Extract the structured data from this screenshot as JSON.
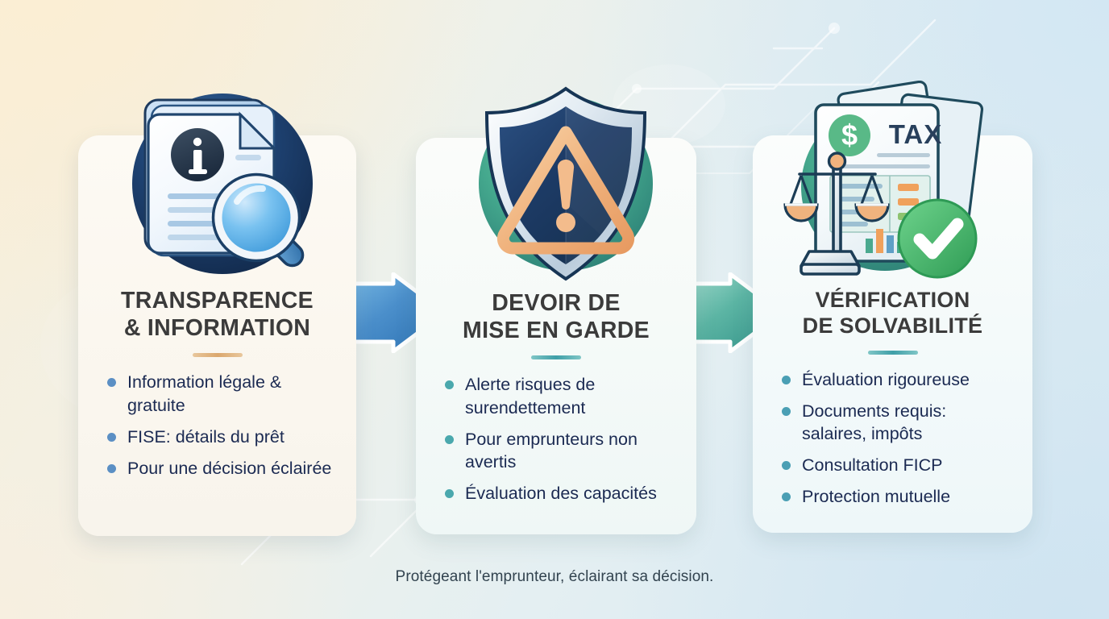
{
  "background": {
    "warm_tone": "#fbeed4",
    "cool_tone": "#d3e7f3"
  },
  "cards": [
    {
      "id": "transparence-information",
      "title_line_1": "TRANSPARENCE",
      "title_line_2": "& INFORMATION",
      "accent_color": "#dba76d",
      "bullet_color": "#5b8fc4",
      "border_top_color": "#dcb179",
      "border_bottom_color": "#2d5e96",
      "icon": {
        "name": "document-magnifier-icon",
        "description": "document with information symbol and magnifying glass",
        "circle_color": "#19345e",
        "badge_text": "i"
      },
      "bullets": [
        "Information légale & gratuite",
        "FISE: détails du prêt",
        "Pour une décision éclairée"
      ]
    },
    {
      "id": "devoir-de-mise-en-garde",
      "title_line_1": "DEVOIR DE",
      "title_line_2": "MISE EN GARDE",
      "accent_color": "#3f9fa8",
      "bullet_color": "#4aa8ad",
      "border_top_color": "#6cbfa6",
      "border_bottom_color": "#3e93a8",
      "icon": {
        "name": "shield-warning-icon",
        "description": "navy shield with orange warning triangle",
        "circle_color": "#4fae8f",
        "shield_color": "#1d3b66",
        "warning_color": "#f0b37e"
      },
      "bullets": [
        "Alerte risques de surendettement",
        "Pour emprunteurs non avertis",
        "Évaluation des capacités"
      ]
    },
    {
      "id": "verification-de-solvabilite",
      "title_line_1": "VÉRIFICATION",
      "title_line_2": "DE SOLVABILITÉ",
      "accent_color": "#3f9fa8",
      "bullet_color": "#4a9fb4",
      "border_top_color": "#79c69f",
      "border_bottom_color": "#3f97a9",
      "icon": {
        "name": "tax-documents-scales-check-icon",
        "description": "tax documents with dollar symbols, scales of justice and green check badge",
        "circle_color": "#4fae8f",
        "document_label": "TAX",
        "currency_symbol": "$",
        "check_color": "#4cb96f"
      },
      "bullets": [
        "Évaluation rigoureuse",
        "Documents requis: salaires, impôts",
        "Consultation FICP",
        "Protection mutuelle"
      ]
    }
  ],
  "arrows": [
    {
      "name": "arrow-step-1-to-2",
      "color_start": "#6fb4e0",
      "color_end": "#2a6fb0"
    },
    {
      "name": "arrow-step-2-to-3",
      "color_start": "#7fd0bf",
      "color_end": "#2f8f86"
    }
  ],
  "footer": {
    "caption": "Protégeant l'emprunteur, éclairant sa décision."
  }
}
